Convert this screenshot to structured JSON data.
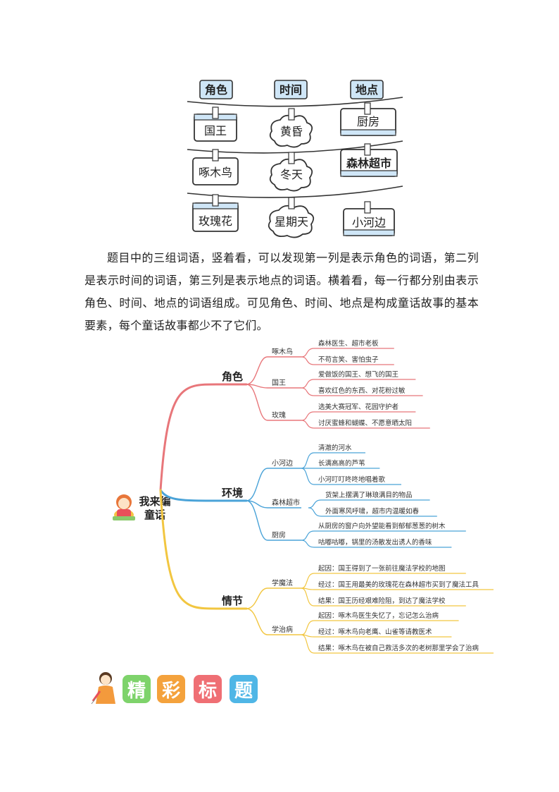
{
  "illustration": {
    "headers": [
      "角色",
      "时间",
      "地点"
    ],
    "rows": [
      [
        "国王",
        "黄昏",
        "厨房"
      ],
      [
        "啄木鸟",
        "冬天",
        "森林超市"
      ],
      [
        "玫瑰花",
        "星期天",
        "小河边"
      ]
    ]
  },
  "paragraph": "题目中的三组词语，竖着看，可以发现第一列是表示角色的词语，第二列是表示时间的词语，第三列是表示地点的词语。横着看，每一行都分别由表示角色、时间、地点的词语组成。可见角色、时间、地点是构成童话故事的基本要素，每个童话故事都少不了它们。",
  "mindmap": {
    "center": [
      "我来编",
      "童话"
    ],
    "branches": [
      {
        "title": "角色",
        "color": "#e8767a",
        "subs": [
          {
            "label": "啄木鸟",
            "items": [
              "森林医生、超市老板",
              "不苟言笑、害怕虫子"
            ]
          },
          {
            "label": "国王",
            "items": [
              "爱做饭的国王、想飞的国王",
              "喜欢红色的东西、对花粉过敏"
            ]
          },
          {
            "label": "玫瑰",
            "items": [
              "选美大赛冠军、花园守护者",
              "讨厌蜜蜂和蝴蝶、不愿意晒太阳"
            ]
          }
        ]
      },
      {
        "title": "环境",
        "color": "#4aa3d8",
        "subs": [
          {
            "label": "小河边",
            "items": [
              "清澈的河水",
              "长满高高的芦苇",
              "小河叮叮咚咚地唱着歌"
            ]
          },
          {
            "label": "森林超市",
            "items": [
              "货架上摆满了琳琅满目的物品",
              "外面寒风呼啸，超市内温暖如春"
            ]
          },
          {
            "label": "厨房",
            "items": [
              "从厨房的窗户向外望能看到郁郁葱葱的树木",
              "咕嘟咕嘟，锅里的汤散发出诱人的香味"
            ]
          }
        ]
      },
      {
        "title": "情节",
        "color": "#f2c640",
        "subs": [
          {
            "label": "学魔法",
            "items": [
              "起因：国王得到了一张前往魔法学校的地图",
              "经过：国王用最美的玫瑰花在森林超市买到了魔法工具",
              "结果：国王历经艰难险阻，到达了魔法学校"
            ]
          },
          {
            "label": "学治病",
            "items": [
              "起因：啄木鸟医生失忆了，忘记怎么治病",
              "经过：啄木鸟向老鹰、山雀等请教医术",
              "结果：啄木鸟在被自己救活多次的老树那里学会了治病"
            ]
          }
        ]
      }
    ]
  },
  "heading_chars": [
    {
      "char": "精",
      "color": "#7ed36b"
    },
    {
      "char": "彩",
      "color": "#f4a23c"
    },
    {
      "char": "标",
      "color": "#ef6f74"
    },
    {
      "char": "题",
      "color": "#4fb6e6"
    }
  ]
}
